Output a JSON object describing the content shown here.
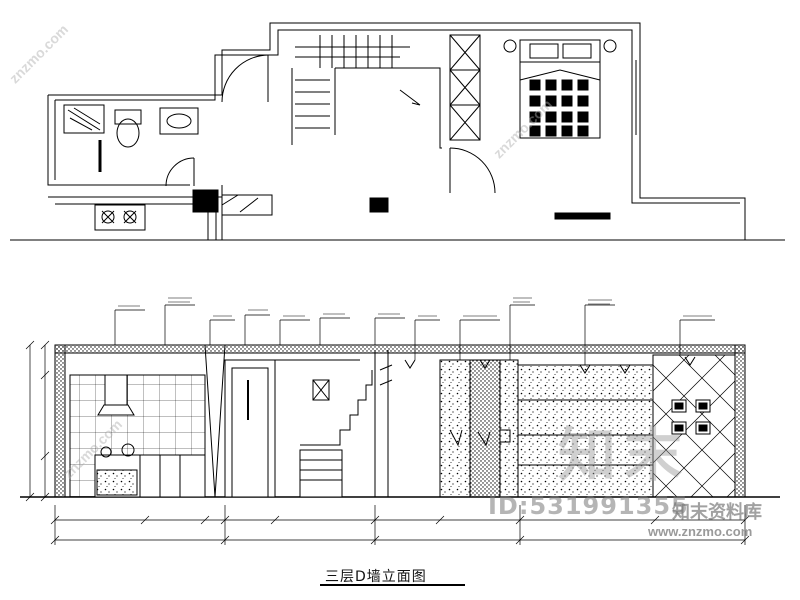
{
  "drawing": {
    "title": "三层D墙立面图"
  },
  "watermark": {
    "brand_cn": "知末",
    "site_short": "znzmo.com",
    "id_text": "ID:531991355",
    "library": "知末资料库",
    "url": "www.znzmo.com"
  },
  "colors": {
    "line": "#000000",
    "watermark": "#9a9a9a"
  }
}
